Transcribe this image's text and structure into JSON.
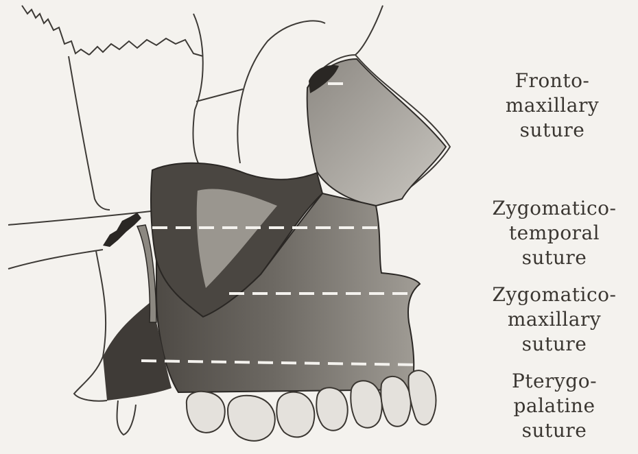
{
  "labels": {
    "frontomaxillary": [
      "Fronto-",
      "maxillary",
      "suture"
    ],
    "zygomaticotemporal": [
      "Zygomatico-",
      "temporal",
      "suture"
    ],
    "zygomaticomaxillary": [
      "Zygomatico-",
      "maxillary",
      "suture"
    ],
    "pterygopalatine": [
      "Pterygo-",
      "palatine",
      "suture"
    ]
  },
  "colors": {
    "background": "#f4f2ee",
    "ink": "#3a3631",
    "bone": "#6e6a64",
    "dashed_line": "#f2f0ea"
  }
}
